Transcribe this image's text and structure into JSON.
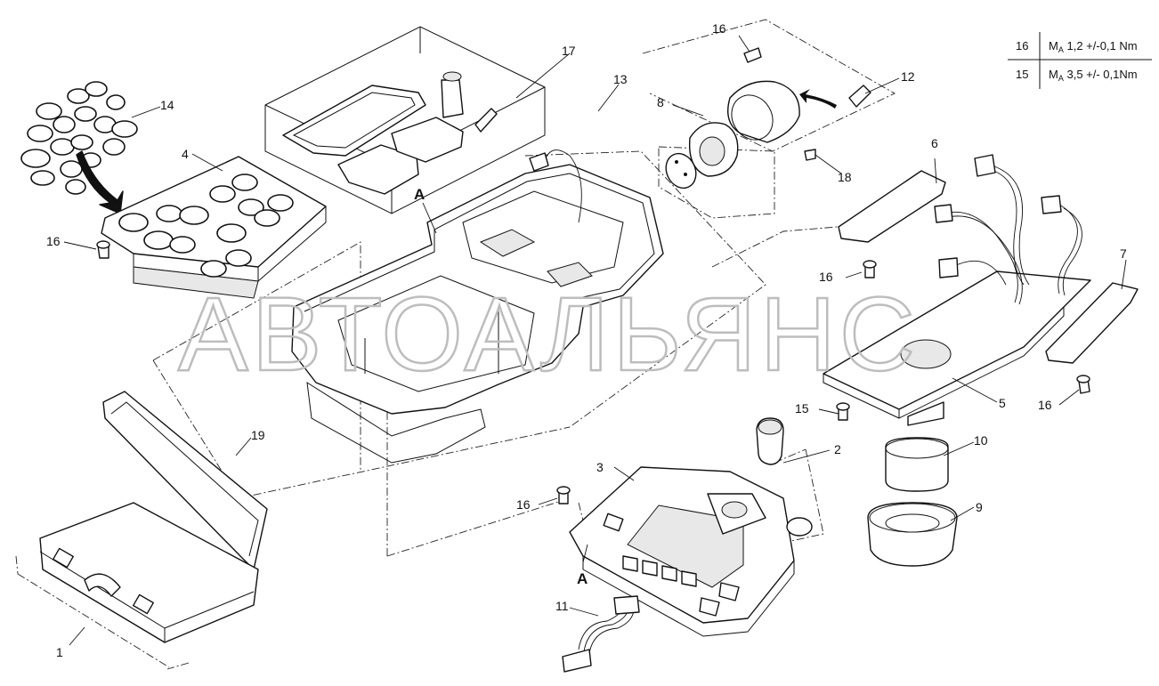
{
  "watermark": "АВТОАЛЬЯНС",
  "torque_table": {
    "rows": [
      {
        "item": "16",
        "symbol": "M",
        "sub": "A",
        "value": " 1,2 +/-0,1 Nm"
      },
      {
        "item": "15",
        "symbol": "M",
        "sub": "A",
        "value": " 3,5 +/- 0,1Nm"
      }
    ]
  },
  "callouts": {
    "c1": "1",
    "c2": "2",
    "c3": "3",
    "c4": "4",
    "c5": "5",
    "c6": "6",
    "c7": "7",
    "c8": "8",
    "c9": "9",
    "c10": "10",
    "c11": "11",
    "c12": "12",
    "c13": "13",
    "c14": "14",
    "c15": "15",
    "c16a": "16",
    "c16b": "16",
    "c16c": "16",
    "c16d": "16",
    "c16e": "16",
    "c17": "17",
    "c18": "18",
    "c19": "19"
  },
  "section_marks": {
    "a_upper": "A",
    "a_lower": "A"
  }
}
